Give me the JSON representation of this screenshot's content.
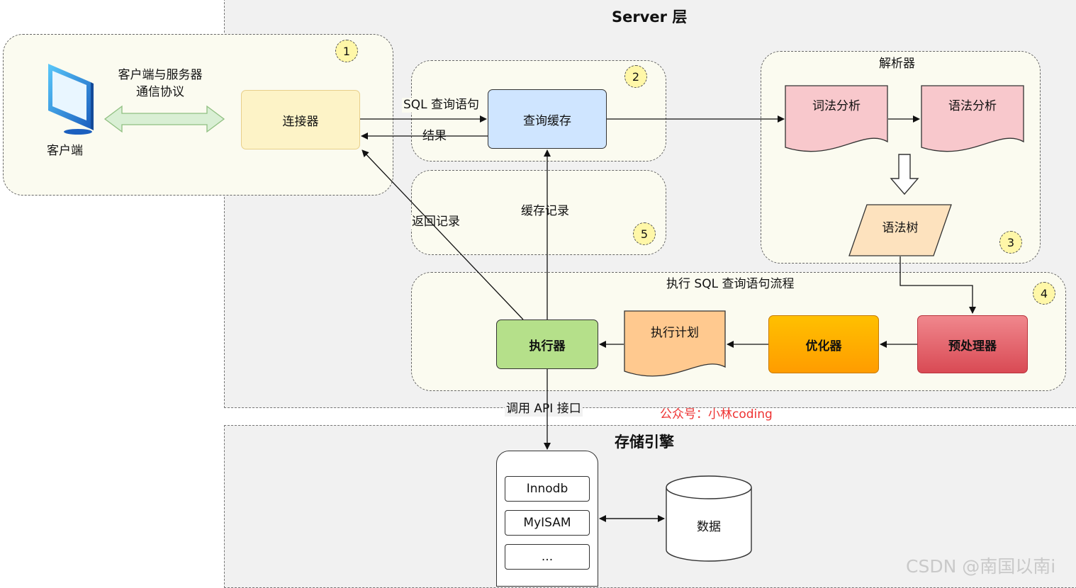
{
  "layers": {
    "server_title": "Server 层",
    "storage_title": "存储引擎"
  },
  "client": {
    "label": "客户端",
    "protocol_line1": "客户端与服务器",
    "protocol_line2": "通信协议"
  },
  "connector": {
    "label": "连接器"
  },
  "query_cache": {
    "label": "查询缓存"
  },
  "parser": {
    "title": "解析器",
    "lexical": "词法分析",
    "syntax": "语法分析",
    "tree": "语法树"
  },
  "execution": {
    "title": "执行 SQL 查询语句流程",
    "executor": "执行器",
    "plan": "执行计划",
    "optimizer": "优化器",
    "preprocessor": "预处理器"
  },
  "edges": {
    "sql_query": "SQL 查询语句",
    "result": "结果",
    "return_record": "返回记录",
    "cache_record": "缓存记录",
    "call_api": "调用 API 接口"
  },
  "badges": [
    "1",
    "2",
    "3",
    "4",
    "5"
  ],
  "storage": {
    "engines": [
      "Innodb",
      "MyISAM",
      "..."
    ],
    "data": "数据"
  },
  "watermarks": {
    "public": "公众号：小林coding",
    "csdn": "CSDN @南国以南i"
  },
  "colors": {
    "connector": "#fdf3c7",
    "query_cache": "#cfe5ff",
    "parser_nodes": "#f8c8cc",
    "syntax_tree": "#fde2be",
    "executor": "#b5e08a",
    "plan": "#ffc98f",
    "optimizer": "#ffb000",
    "preprocessor": "#e85d66",
    "badge": "#fff7a8",
    "arrow_double": "#d9efd4",
    "watermark": "#e33"
  }
}
